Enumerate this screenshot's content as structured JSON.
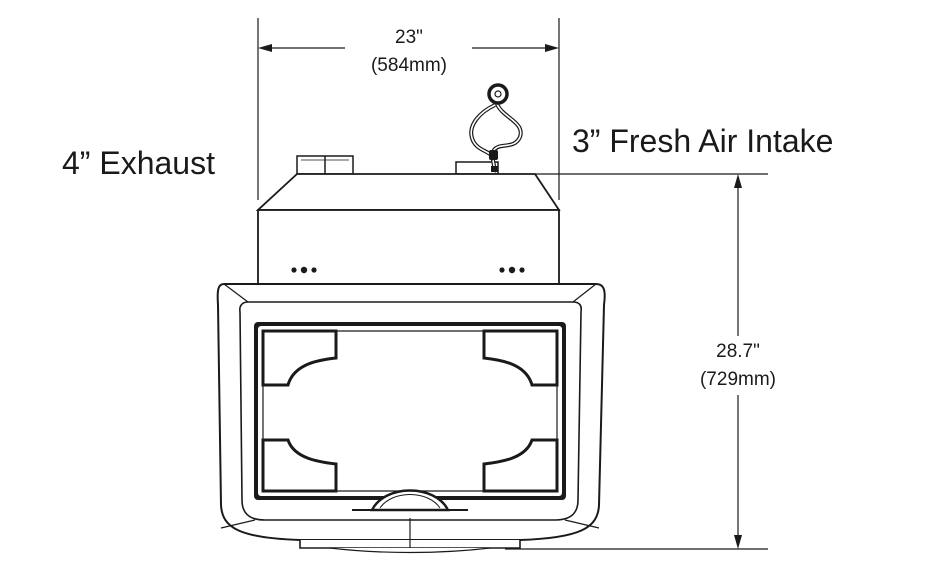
{
  "labels": {
    "exhaust": "4” Exhaust",
    "intake": "3” Fresh Air Intake"
  },
  "dimensions": {
    "width_in": "23\"",
    "width_mm": "(584mm)",
    "height_in": "28.7\"",
    "height_mm": "(729mm)"
  },
  "colors": {
    "line": "#1a1a1a",
    "fill": "#ffffff"
  }
}
